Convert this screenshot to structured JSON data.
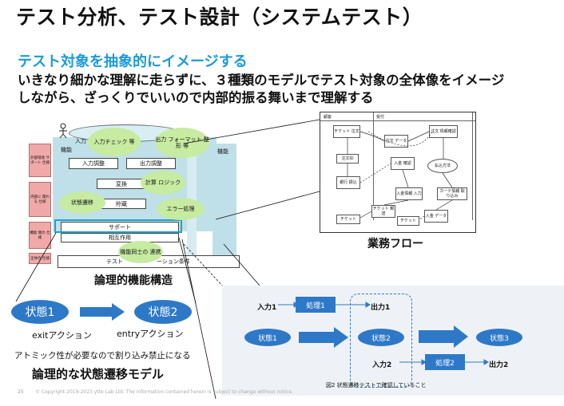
{
  "title": "テスト分析、テスト設計（システムテスト）",
  "subtitle": "テスト対象を抽象的にイメージする",
  "lead": {
    "line1": "いきなり細かな理解に走らずに、３種類のモデルでテスト対象の全体像をイメージ",
    "line2": "しながら、ざっくりでいいので内部的振る舞いまで理解する"
  },
  "functional": {
    "caption": "論理的機能構造",
    "left_labels": [
      "外部環境 サポート 仕様",
      "内部に 関わる 仕様",
      "機能 間の 仕様",
      "全体の 仕様"
    ],
    "actor_label": "入力",
    "kino1": "機能",
    "kino2": "機能",
    "boxes": {
      "input_adj": "入力調整",
      "output_adj": "出力調整",
      "convert": "変換",
      "storage": "貯蔵",
      "support": "サポート",
      "interaction": "相互作用",
      "test_section": "テスト",
      "test_section_tail": "ーション条件"
    },
    "clouds": {
      "input_check": "入力チェック 等",
      "output_format": "出力 フォーマット 整形 等",
      "calc_logic": "計算 ロジック",
      "state_transition": "状態遷移",
      "error_handling": "エラー処理",
      "coop": "機能同士の 連携"
    }
  },
  "business_flow": {
    "caption": "業務フロー",
    "lanes": [
      "顧客",
      "受付"
    ],
    "nodes": {
      "ticket_order": "チケット 注文",
      "order_data": "注文 データ",
      "order_info": "注文 情報確認",
      "order_id": "注文ID",
      "payment_check": "入金 確認",
      "payment_method": "払込方法",
      "bank_transfer": "銀行 振込",
      "payment_info_input": "入金情報 入力",
      "card_info_read": "カード情報 取り込み",
      "ticket_issue": "チケット 郵送",
      "payment_data": "入金 データ",
      "ticket_end": "チケット",
      "ticket2": "チケット"
    }
  },
  "state_model": {
    "caption": "論理的な状態遷移モデル",
    "state1": "状態1",
    "state2": "状態2",
    "exit_action": "exitアクション",
    "entry_action": "entryアクション",
    "note": "アトミック性が必要なので割り込み禁止になる"
  },
  "state_test": {
    "input1": "入力1",
    "process1": "処理1",
    "output1": "出力1",
    "state1": "状態1",
    "state2": "状態2",
    "state3": "状態3",
    "input2": "入力2",
    "process2": "処理2",
    "output2": "出力2",
    "figure_caption": "図2  状態遷移テストで確認していること"
  },
  "footer": {
    "page": "25",
    "copyright": "© Copyright 2019-2023 ytte Lab Ltd. The information contained herein is subject to change without notice."
  },
  "colors": {
    "accent_blue": "#1a9bd8",
    "state_blue": "#2e79c7",
    "cloud_green": "#c6eba1",
    "pink": "#f0a8a8",
    "light_teal": "#bfe0e8"
  }
}
